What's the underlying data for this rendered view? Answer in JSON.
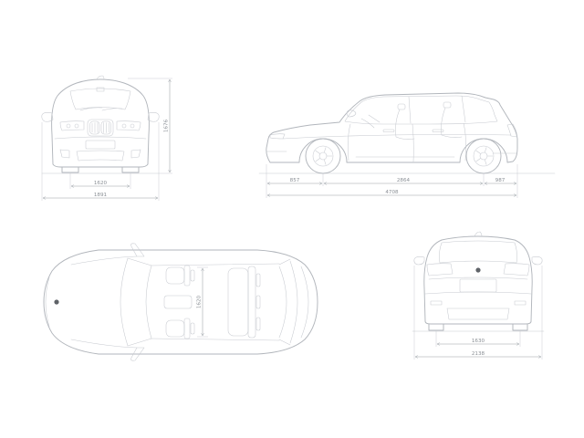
{
  "drawing": {
    "views": {
      "front": {
        "dims": {
          "height": "1676",
          "track": "1620",
          "overall_width": "1891"
        }
      },
      "side": {
        "dims": {
          "front_overhang": "857",
          "wheelbase": "2864",
          "rear_overhang": "987",
          "overall_length": "4708"
        }
      },
      "top": {
        "dims": {
          "cabin_width": "1620"
        }
      },
      "rear": {
        "dims": {
          "track": "1630",
          "width_incl_mirrors": "2138"
        }
      }
    },
    "colors": {
      "body_line": "#b2b6bc",
      "detail_line": "#c7cad0",
      "dimension_line": "#9aa0a6",
      "dimension_text": "#8a8f95",
      "accent_dot": "#5f6368"
    }
  }
}
